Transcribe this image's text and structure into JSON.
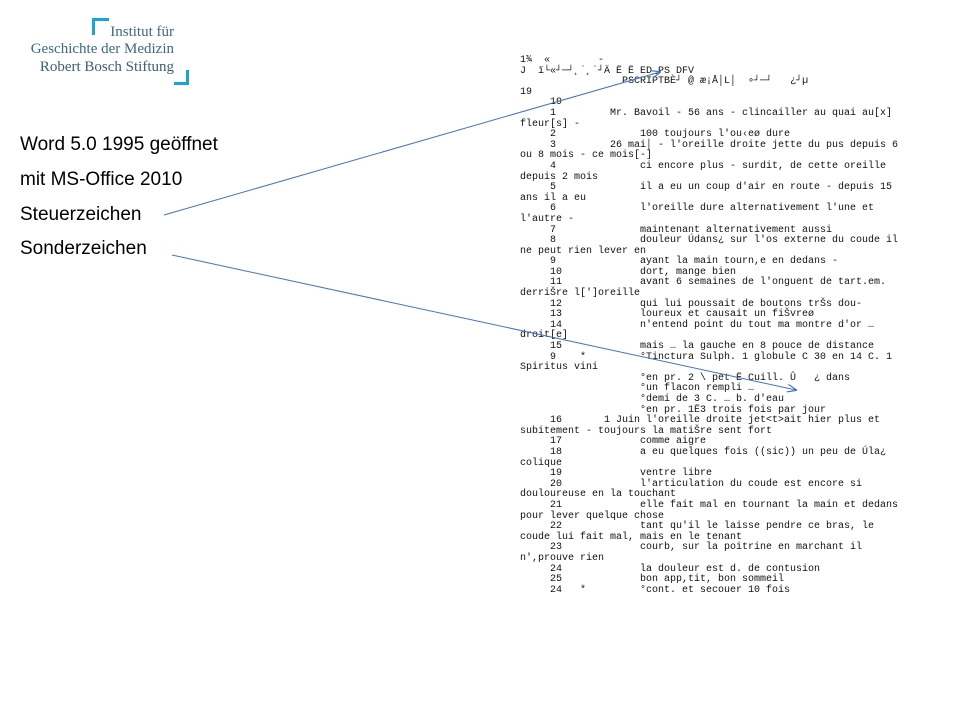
{
  "logo": {
    "line1": "Institut für",
    "line2": "Geschichte der Medizin",
    "line3": "Robert Bosch Stiftung"
  },
  "labels": [
    "Word 5.0 1995 geöffnet",
    "mit MS-Office 2010",
    "Steuerzeichen",
    "Sonderzeichen"
  ],
  "document_lines": [
    "1¾  «        -",
    "J  ï└«┘─┘¸˙¸˙┘Ä Ë Ë ED_PS DFV",
    "                 PSCRIPTBÈ┘ @ æ¡Å│L│  ∘┘─┘   ¿┘µ",
    "19",
    "     19",
    "     1         Mr. Bavoil - 56 ans - clincailler au quai au[x]",
    "fleur[s] -",
    "     2              100 toujours l'ou‹eø dure",
    "     3         26 mai│ - l'oreille droite jette du pus depuis 6",
    "ou 8 mois - ce mois[-]",
    "     4              ci encore plus - surdit, de cette oreille",
    "depuis 2 mois",
    "     5              il a eu un coup d'air en route - depuis 15",
    "ans il a eu",
    "     6              l'oreille dure alternativement l'une et",
    "l'autre -",
    "     7              maintenant alternativement aussi",
    "     8              douleur Údans¿ sur l'os externe du coude il",
    "ne peut rien lever en",
    "     9              ayant la main tourn,e en dedans -",
    "     10             dort, mange bien",
    "     11             avant 6 semaines de l'onguent de tart.em.",
    "derriŠre l[']oreille",
    "     12             qui lui poussait de boutons trŠs dou-",
    "     13             loureux et causait un fiŠvreø",
    "     14             n'entend point du tout ma montre d'or …",
    "droit[e]",
    "     15             mais … la gauche en 8 pouce de distance",
    "     9    *         °Tinctura Sulph. 1 globule C 30 en 14 C. 1",
    "Spiritus vini",
    "                    °en pr. 2 \\ pet Ë Cuill. Û   ¿ dans",
    "                    °un flacon rempli …",
    "                    °demi de 3 C. … b. d'eau",
    "                    °en pr. 1Ë3 trois fois par jour",
    "     16       1 Juin l'oreille droite jet<t>ait hier plus et",
    "subitement - toujours la matiŠre sent fort",
    "     17             comme aigre",
    "     18             a eu quelques fois ((sic)) un peu de Úla¿",
    "colique",
    "     19             ventre libre",
    "     20             l'articulation du coude est encore si",
    "douloureuse en la touchant",
    "     21             elle fait mal en tournant la main et dedans",
    "pour lever quelque chose",
    "     22             tant qu'il le laisse pendre ce bras, le",
    "coude lui fait mal, mais en le tenant",
    "     23             courb, sur la poitrine en marchant il",
    "n',prouve rien",
    "     24             la douleur est d. de contusion",
    "     25             bon app,tit, bon sommeil",
    "     24   *         °cont. et secouer 10 fois"
  ]
}
